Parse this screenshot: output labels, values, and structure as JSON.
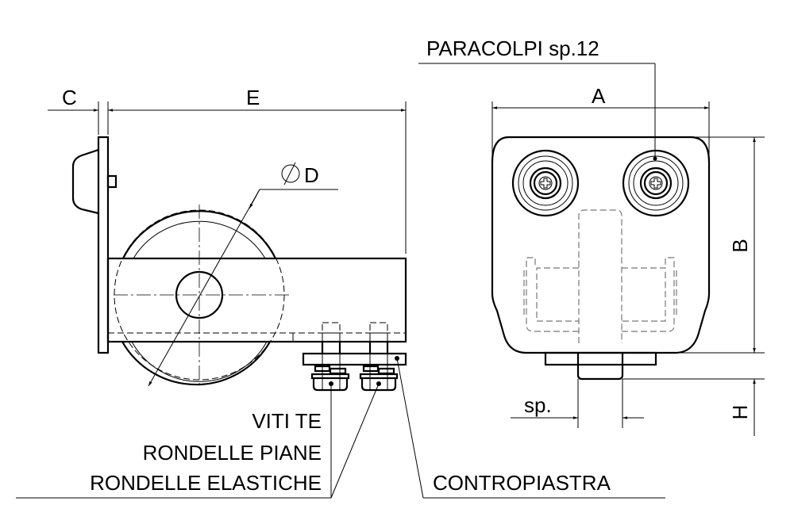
{
  "labels": {
    "paracolpi": "PARACOLPI sp.12",
    "dim_c": "C",
    "dim_e": "E",
    "dim_d": "D",
    "dim_a": "A",
    "dim_b": "B",
    "dim_h": "H",
    "dim_sp": "sp.",
    "viti": "VITI TE",
    "rondelle_piane": "RONDELLE PIANE",
    "rondelle_elastiche": "RONDELLE ELASTICHE",
    "contropiastra": "CONTROPIASTRA"
  },
  "colors": {
    "line": "#000000",
    "hidden": "#777777",
    "background": "#ffffff"
  }
}
